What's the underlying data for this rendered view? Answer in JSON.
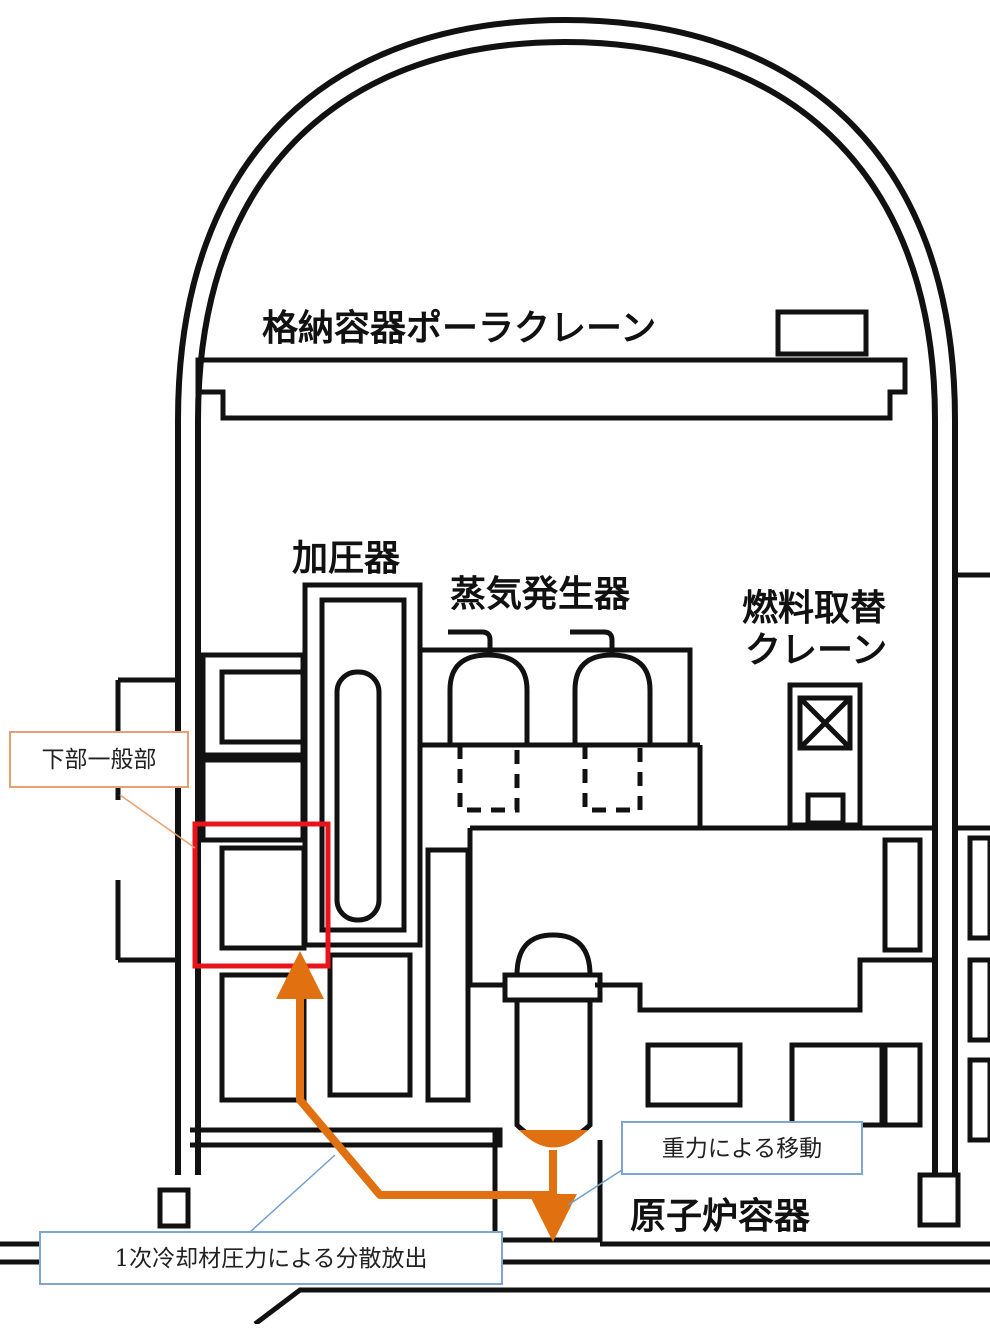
{
  "labels": {
    "polar_crane": "格納容器ポーラクレーン",
    "pressurizer": "加圧器",
    "steam_generator": "蒸気発生器",
    "fuel_crane_line1": "燃料取替",
    "fuel_crane_line2": "クレーン",
    "reactor_vessel": "原子炉容器"
  },
  "callouts": {
    "lower_general": "下部一般部",
    "gravity_move": "重力による移動",
    "dispersed_release": "1次冷却材圧力による分散放出"
  },
  "colors": {
    "line": "#111111",
    "highlight_box": "#e8141c",
    "flow_arrow": "#e07010",
    "callout_border_orange": "#e8a070",
    "callout_border_blue": "#7ea6d0",
    "leader_blue": "#6f9fd0"
  }
}
